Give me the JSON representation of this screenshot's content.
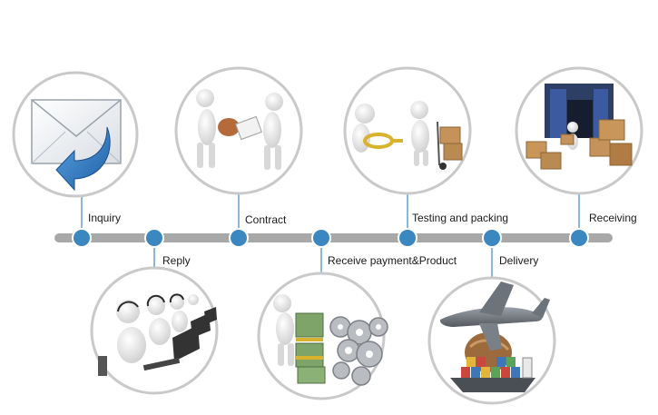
{
  "steps": {
    "inquiry": "Inquiry",
    "reply": "Reply",
    "contract": "Contract",
    "payment": "Receive payment&Product",
    "testing": "Testing and packing",
    "delivery": "Delivery",
    "receiving": "Receiving"
  },
  "colors": {
    "timeline": "#a8a8a8",
    "node": "#3a88bf",
    "node_stroke": "#ffffff",
    "connector": "#4a90c8",
    "circle_border": "#c9c9c9",
    "accent_blue": "#2f6fb5",
    "money_green": "#7fa46a",
    "box_brown": "#b98a52"
  },
  "icons": {
    "inquiry": "envelope-reply-icon",
    "reply": "call-center-headset-icon",
    "contract": "handshake-contract-icon",
    "payment": "money-and-gears-icon",
    "testing": "magnifier-inspection-icon",
    "delivery": "airplane-ship-globe-icon",
    "receiving": "warehouse-boxes-icon"
  }
}
